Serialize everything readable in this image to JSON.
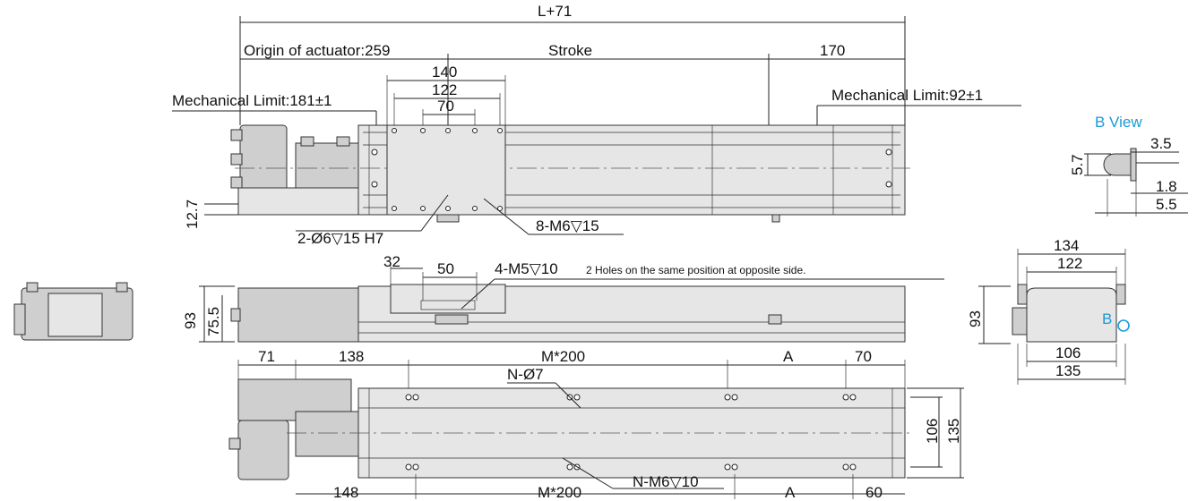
{
  "dims": {
    "overall": "L+71",
    "origin": "Origin of actuator:259",
    "stroke": "Stroke",
    "end170": "170",
    "d140": "140",
    "d122": "122",
    "d70": "70",
    "mech_left": "Mechanical Limit:181±1",
    "mech_right": "Mechanical Limit:92±1",
    "h12_7": "12.7",
    "pin_holes": "2-Ø6▽15 H7",
    "tap_holes": "8-M6▽15",
    "d32": "32",
    "d50": "50",
    "side_holes": "4-M5▽10",
    "side_note": "2 Holes on the same position at opposite side.",
    "h93": "93",
    "h75_5": "75.5",
    "b71": "71",
    "b138": "138",
    "bM200": "M*200",
    "bA": "A",
    "b70": "70",
    "n_holes": "N-Ø7",
    "nm6": "N-M6▽10",
    "b148": "148",
    "b60": "60",
    "v106": "106",
    "v135": "135"
  },
  "bview": {
    "title": "B View",
    "d3_5": "3.5",
    "d5_7": "5.7",
    "d1_8": "1.8",
    "d5_5": "5.5"
  },
  "endview": {
    "w134": "134",
    "w122": "122",
    "h93": "93",
    "w106": "106",
    "w135": "135",
    "marker": "B"
  }
}
